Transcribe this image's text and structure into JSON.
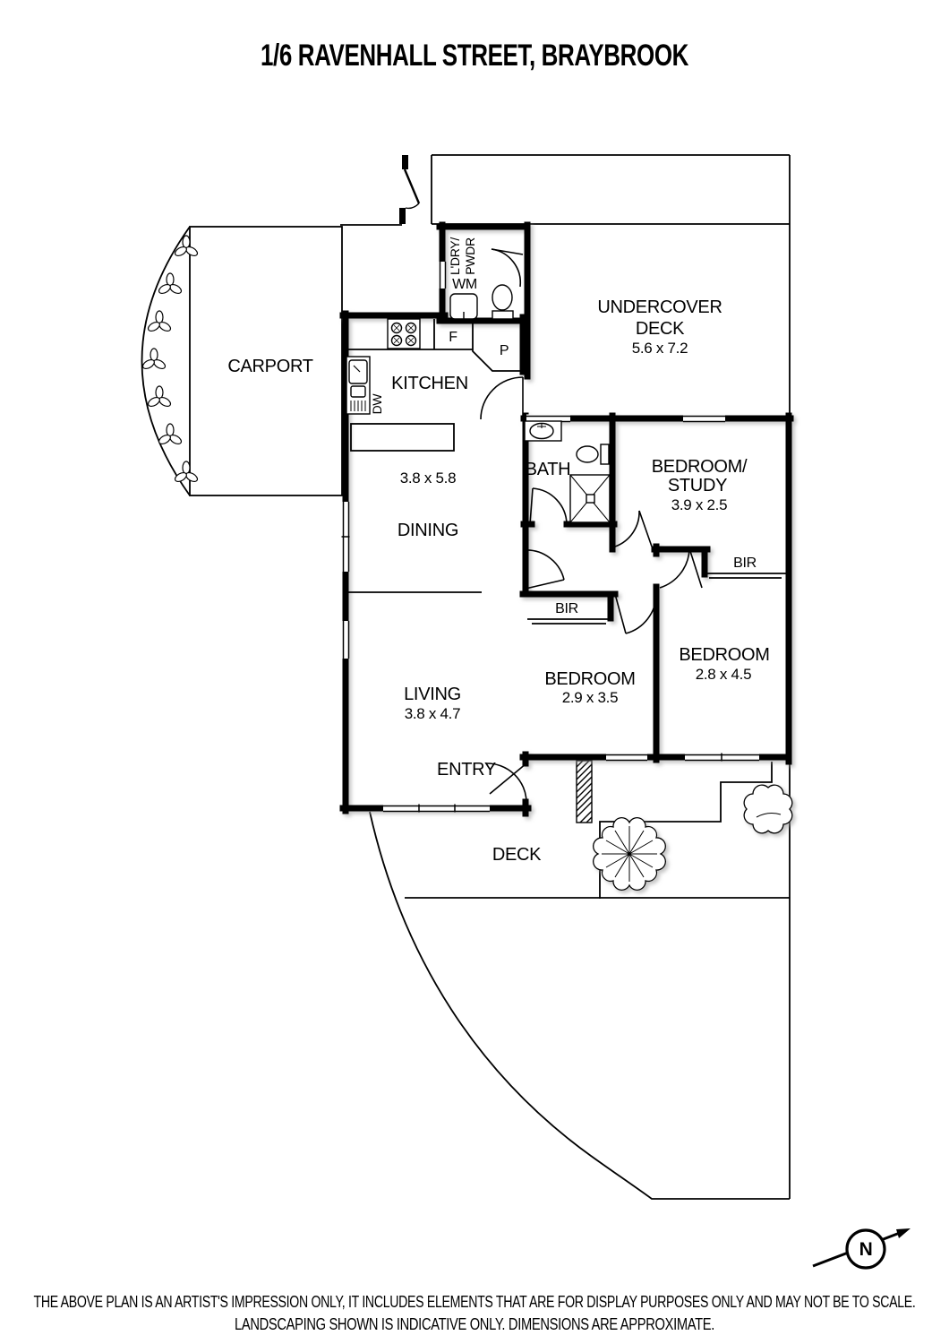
{
  "title": "1/6 RAVENHALL STREET, BRAYBROOK",
  "plan": {
    "rooms": {
      "carport": {
        "label": "CARPORT"
      },
      "kitchen": {
        "label": "KITCHEN"
      },
      "dining": {
        "label": "DINING",
        "dims": "3.8 x 5.8"
      },
      "living": {
        "label": "LIVING",
        "dims": "3.8 x 4.7"
      },
      "entry": {
        "label": "ENTRY"
      },
      "bath": {
        "label": "BATH"
      },
      "laundry_powder": {
        "line1": "L'DRY/",
        "line2": "PWDR"
      },
      "undercover_deck": {
        "line1": "UNDERCOVER",
        "line2": "DECK",
        "dims": "5.6 x 7.2"
      },
      "bedroom_study": {
        "line1": "BEDROOM/",
        "line2": "STUDY",
        "dims": "3.9 x 2.5"
      },
      "bedroom_middle": {
        "label": "BEDROOM",
        "dims": "2.9 x 3.5"
      },
      "bedroom_right": {
        "label": "BEDROOM",
        "dims": "2.8 x 4.5"
      },
      "rear_deck": {
        "label": "DECK"
      }
    },
    "fixtures": {
      "washing_machine": "WM",
      "dishwasher": "DW",
      "fridge": "F",
      "pantry": "P",
      "bir_study": "BIR",
      "bir_bedroom": "BIR"
    }
  },
  "compass": {
    "north": "N"
  },
  "disclaimer": {
    "line1": "THE ABOVE PLAN IS AN ARTIST'S IMPRESSION ONLY, IT INCLUDES ELEMENTS THAT ARE FOR DISPLAY PURPOSES ONLY AND MAY NOT BE TO SCALE.",
    "line2": "LANDSCAPING SHOWN IS INDICATIVE ONLY. DIMENSIONS ARE APPROXIMATE."
  },
  "colors": {
    "wall": "#000000",
    "background": "#ffffff"
  }
}
